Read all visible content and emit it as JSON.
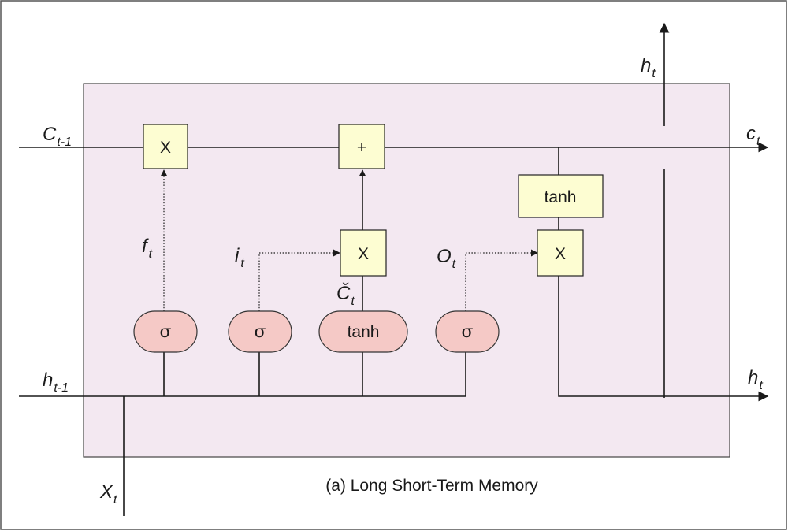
{
  "caption": "(a) Long Short-Term Memory",
  "colors": {
    "cell_fill": "#f3e8f1",
    "op_box_fill": "#fdfdd2",
    "gate_fill": "#f5c9c6",
    "line": "#1a1a1a"
  },
  "ops": {
    "forget_mult": "X",
    "cell_add": "+",
    "input_mult": "X",
    "output_mult": "X",
    "cell_tanh": "tanh"
  },
  "gates": {
    "forget": "σ",
    "input": "σ",
    "candidate": "tanh",
    "output": "σ"
  },
  "labels": {
    "c_prev": {
      "main": "C",
      "sub": "t-1"
    },
    "h_prev": {
      "main": "h",
      "sub": "t-1"
    },
    "x_t": {
      "main": "X",
      "sub": "t"
    },
    "c_out": {
      "main": "c",
      "sub": "t"
    },
    "h_out": {
      "main": "h",
      "sub": "t"
    },
    "h_up": {
      "main": "h",
      "sub": "t"
    },
    "f_t": {
      "main": "f",
      "sub": "t"
    },
    "i_t": {
      "main": "i",
      "sub": "t"
    },
    "o_t": {
      "main": "O",
      "sub": "t"
    },
    "c_cand": {
      "main": "Č",
      "sub": "t"
    }
  }
}
